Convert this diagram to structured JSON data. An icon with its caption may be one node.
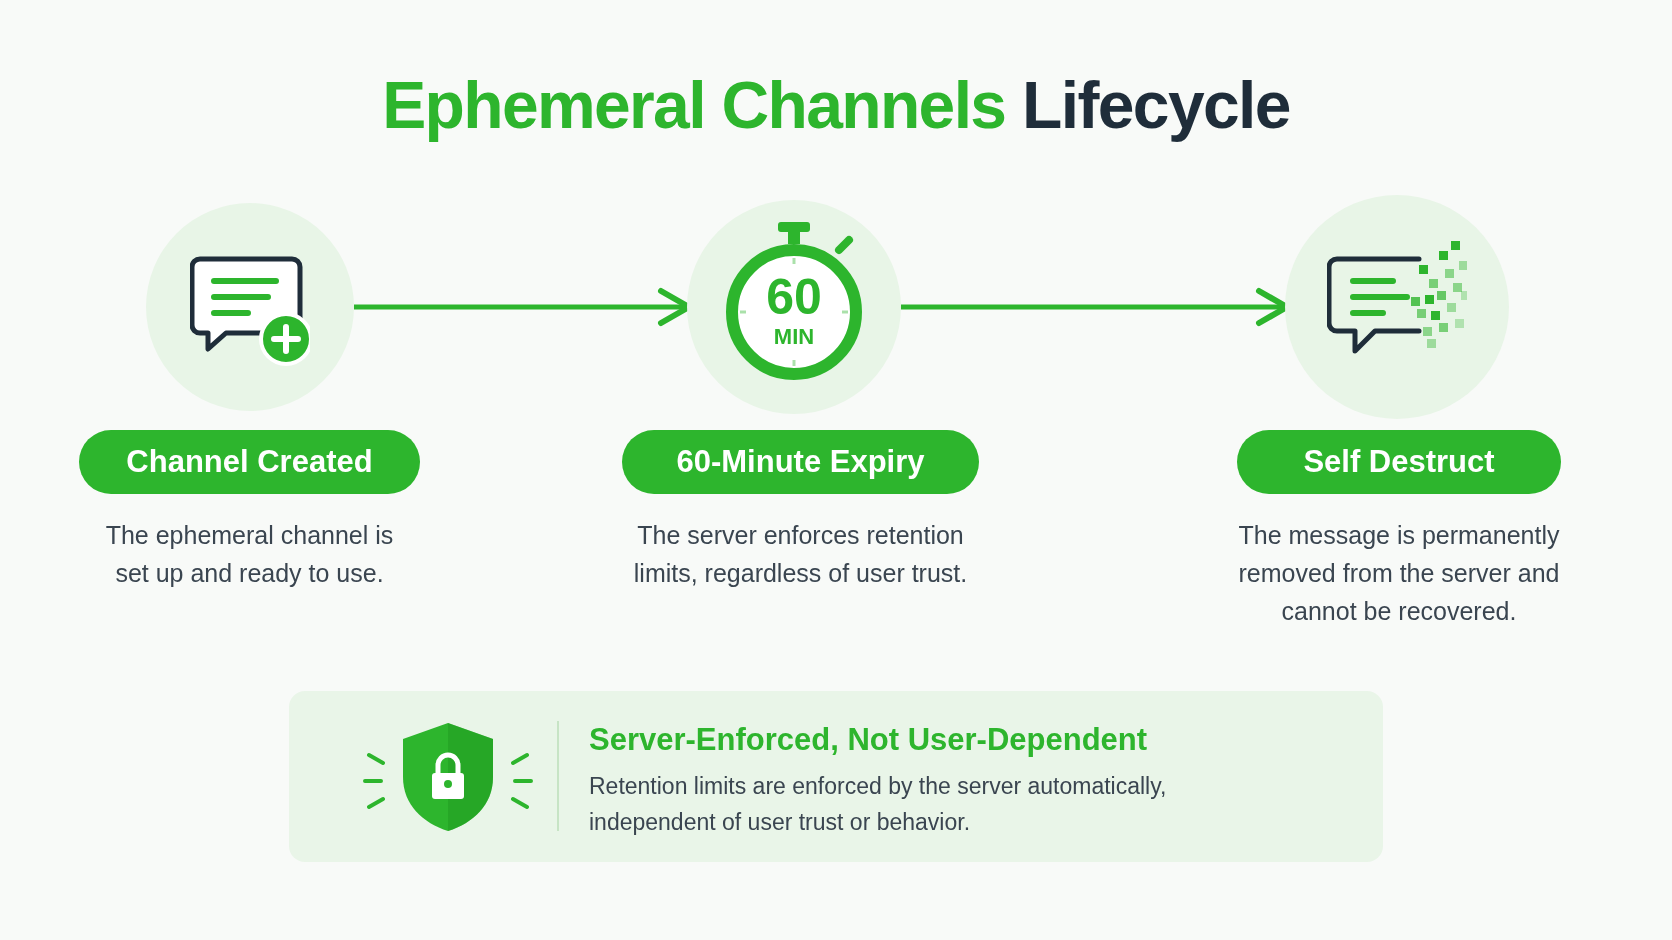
{
  "diagram": {
    "title": "Ephemeral Channels Lifecycle",
    "nodes": [
      {
        "text": [],
        "shape": "circle"
      },
      {
        "text": [
          "Channel Created"
        ],
        "beside": [
          "The ephemeral channel is set up and ready to use."
        ]
      },
      {
        "text": [
          "60",
          "MIN"
        ]
      },
      {
        "text": [
          "60-Minute Expiry"
        ],
        "beside": [
          "The server enforces retention limits, regardless of user trust."
        ]
      },
      {
        "text": [],
        "shape": "circle"
      },
      {
        "text": [
          "Self Destruct"
        ],
        "beside": [
          "The message is permanently removed from the server and cannot be recovered."
        ]
      },
      {
        "text": [
          "Server-Enforced, Not User-Dependent",
          "Retention limits are enforced by the server automatically, independent of user trust or behavior."
        ]
      }
    ],
    "edges": [
      {
        "from": 0,
        "to": 2,
        "arrow": "to"
      },
      {
        "from": 2,
        "to": 4,
        "arrow": "to"
      }
    ]
  }
}
